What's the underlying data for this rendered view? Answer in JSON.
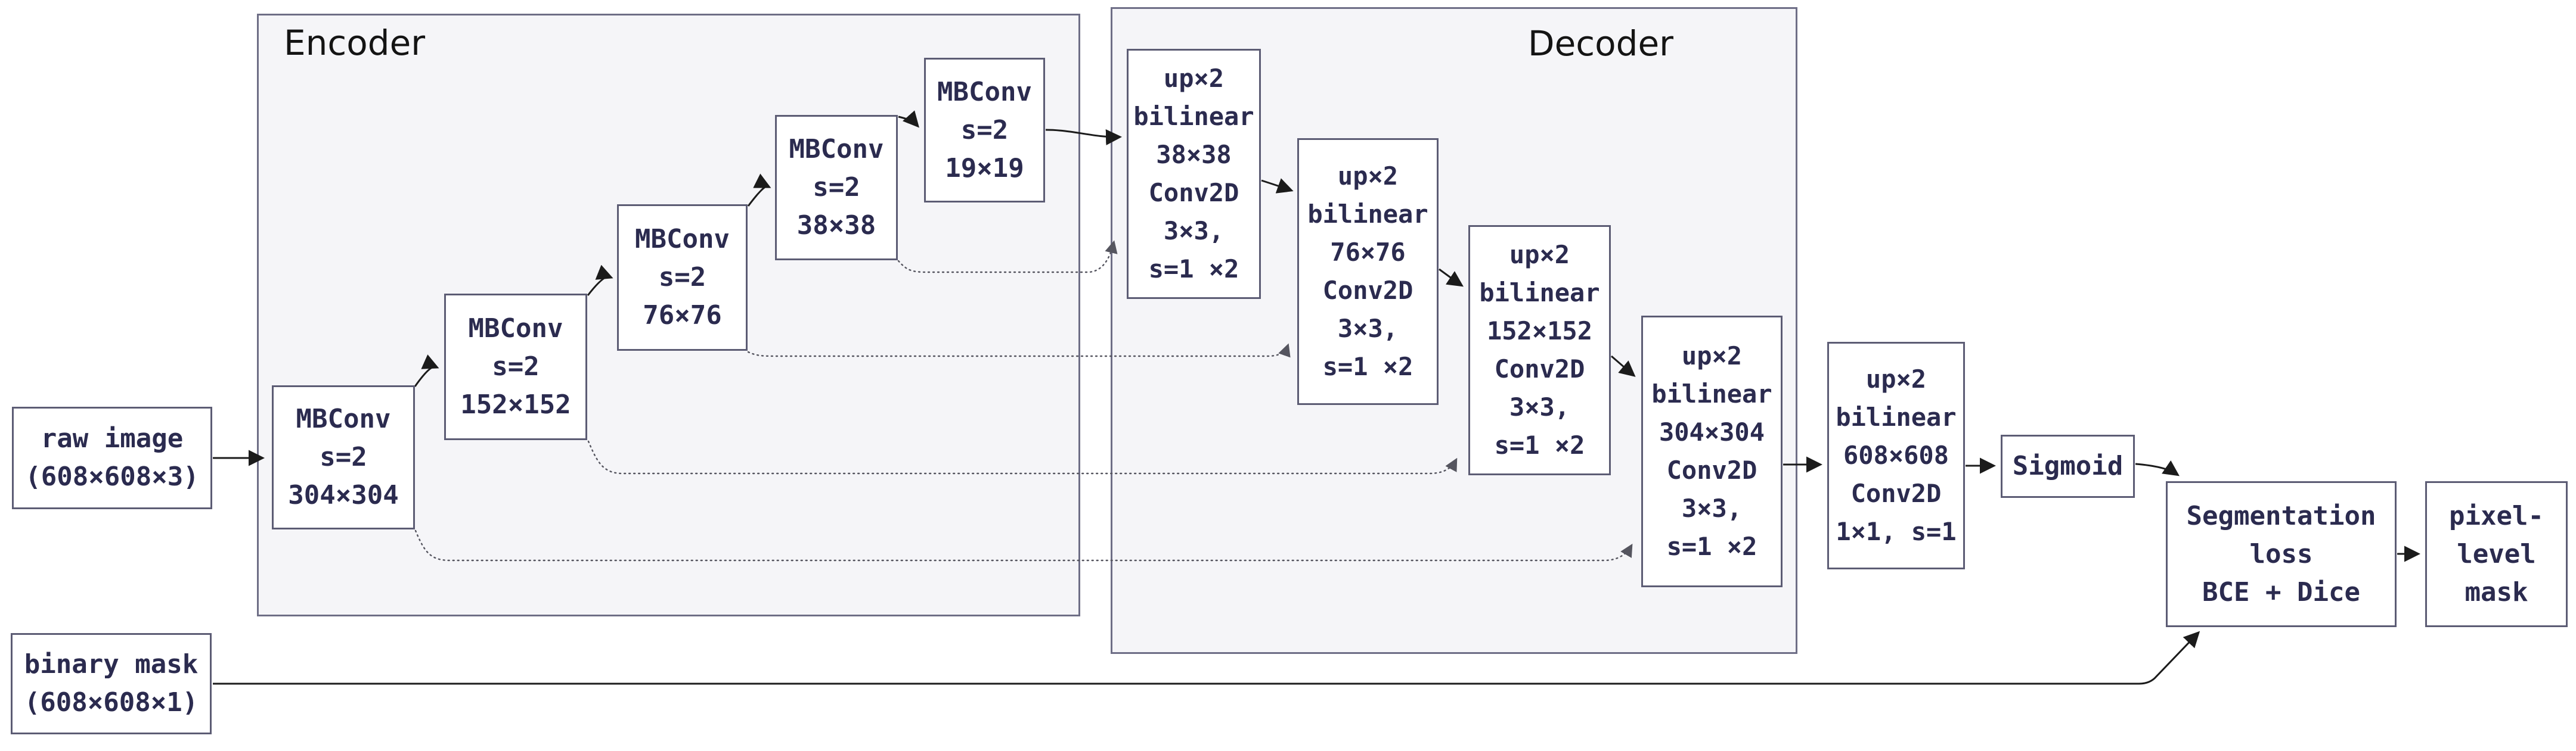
{
  "diagram": {
    "kind": "encoder-decoder segmentation network",
    "groups": [
      {
        "id": "encoder",
        "label": "Encoder"
      },
      {
        "id": "decoder",
        "label": "Decoder"
      }
    ],
    "nodes": [
      {
        "id": "raw-image",
        "lines": [
          "raw image",
          "(608×608×3)"
        ]
      },
      {
        "id": "binary-mask",
        "lines": [
          "binary mask",
          "(608×608×1)"
        ]
      },
      {
        "id": "mbconv-304",
        "lines": [
          "MBConv",
          "s=2",
          "304×304"
        ]
      },
      {
        "id": "mbconv-152",
        "lines": [
          "MBConv",
          "s=2",
          "152×152"
        ]
      },
      {
        "id": "mbconv-76",
        "lines": [
          "MBConv",
          "s=2",
          "76×76"
        ]
      },
      {
        "id": "mbconv-38",
        "lines": [
          "MBConv",
          "s=2",
          "38×38"
        ]
      },
      {
        "id": "mbconv-19",
        "lines": [
          "MBConv",
          "s=2",
          "19×19"
        ]
      },
      {
        "id": "up-38",
        "lines": [
          "up×2",
          "bilinear",
          "38×38",
          "Conv2D",
          "3×3,",
          "s=1 ×2"
        ]
      },
      {
        "id": "up-76",
        "lines": [
          "up×2",
          "bilinear",
          "76×76",
          "Conv2D",
          "3×3,",
          "s=1 ×2"
        ]
      },
      {
        "id": "up-152",
        "lines": [
          "up×2",
          "bilinear",
          "152×152",
          "Conv2D",
          "3×3,",
          "s=1 ×2"
        ]
      },
      {
        "id": "up-304",
        "lines": [
          "up×2",
          "bilinear",
          "304×304",
          "Conv2D",
          "3×3,",
          "s=1 ×2"
        ]
      },
      {
        "id": "up-608",
        "lines": [
          "up×2",
          "bilinear",
          "608×608",
          "Conv2D",
          "1×1, s=1"
        ]
      },
      {
        "id": "sigmoid",
        "lines": [
          "Sigmoid"
        ]
      },
      {
        "id": "segmentation-loss",
        "lines": [
          "Segmentation",
          "loss",
          "BCE + Dice"
        ]
      },
      {
        "id": "pixel-level-mask",
        "lines": [
          "pixel-",
          "level",
          "mask"
        ]
      }
    ],
    "edges": [
      {
        "from": "raw-image",
        "to": "mbconv-304",
        "type": "flow"
      },
      {
        "from": "mbconv-304",
        "to": "mbconv-152",
        "type": "flow"
      },
      {
        "from": "mbconv-152",
        "to": "mbconv-76",
        "type": "flow"
      },
      {
        "from": "mbconv-76",
        "to": "mbconv-38",
        "type": "flow"
      },
      {
        "from": "mbconv-38",
        "to": "mbconv-19",
        "type": "flow"
      },
      {
        "from": "mbconv-19",
        "to": "up-38",
        "type": "flow"
      },
      {
        "from": "up-38",
        "to": "up-76",
        "type": "flow"
      },
      {
        "from": "up-76",
        "to": "up-152",
        "type": "flow"
      },
      {
        "from": "up-152",
        "to": "up-304",
        "type": "flow"
      },
      {
        "from": "up-304",
        "to": "up-608",
        "type": "flow"
      },
      {
        "from": "up-608",
        "to": "sigmoid",
        "type": "flow"
      },
      {
        "from": "sigmoid",
        "to": "segmentation-loss",
        "type": "flow"
      },
      {
        "from": "segmentation-loss",
        "to": "pixel-level-mask",
        "type": "flow"
      },
      {
        "from": "binary-mask",
        "to": "segmentation-loss",
        "type": "flow"
      },
      {
        "from": "mbconv-304",
        "to": "up-304",
        "type": "skip"
      },
      {
        "from": "mbconv-152",
        "to": "up-152",
        "type": "skip"
      },
      {
        "from": "mbconv-76",
        "to": "up-76",
        "type": "skip"
      },
      {
        "from": "mbconv-38",
        "to": "up-38",
        "type": "skip"
      }
    ],
    "colors": {
      "node_fill": "#ffffff",
      "node_border": "#5c5c74",
      "node_text": "#2b2b4f",
      "group_fill": "#f5f5f8",
      "group_border": "#6e6e86",
      "group_label": "#141414",
      "flow_edge": "#1b1b1b",
      "skip_edge": "#55555f"
    }
  }
}
